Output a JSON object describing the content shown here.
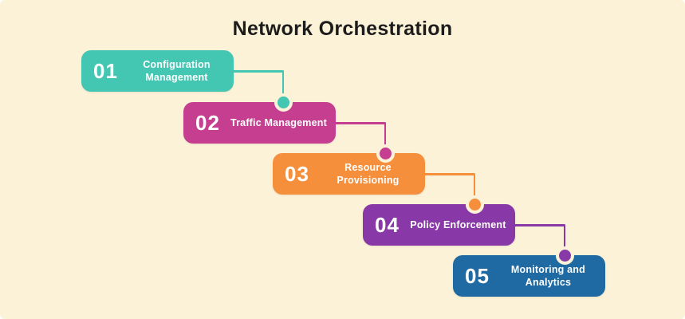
{
  "title": "Network Orchestration",
  "background": "#FCF2D8",
  "title_color": "#1C1C1C",
  "steps": [
    {
      "number": "01",
      "label": "Configuration Management",
      "color": "#43C6B2"
    },
    {
      "number": "02",
      "label": "Traffic Management",
      "color": "#C53E90"
    },
    {
      "number": "03",
      "label": "Resource Provisioning",
      "color": "#F68F3C"
    },
    {
      "number": "04",
      "label": "Policy Enforcement",
      "color": "#8939A7"
    },
    {
      "number": "05",
      "label": "Monitoring and Analytics",
      "color": "#1F6AA3"
    }
  ]
}
